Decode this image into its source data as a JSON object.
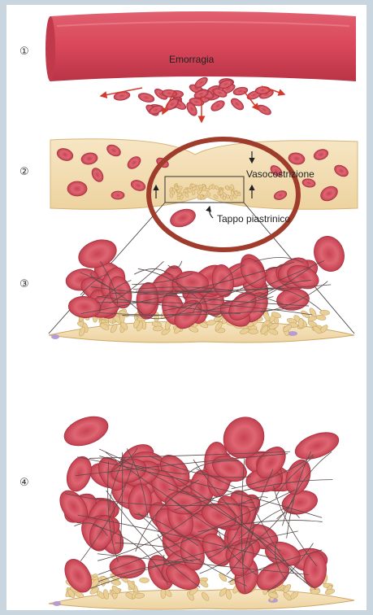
{
  "steps": [
    {
      "marker": "①",
      "caption": "Emorragia"
    },
    {
      "marker": "②",
      "caption": "Vasocostrizione",
      "caption2": "Tappo piastrinico"
    },
    {
      "marker": "③"
    },
    {
      "marker": "④"
    }
  ],
  "colors": {
    "background": "#c9d6df",
    "vessel": "#d9475a",
    "rbc": "#d65a66",
    "platelet": "#e9cf97",
    "endothelium": "#f3ddb0",
    "highlight_ring": "#a03c2c",
    "arrow": "#d23b2b"
  }
}
